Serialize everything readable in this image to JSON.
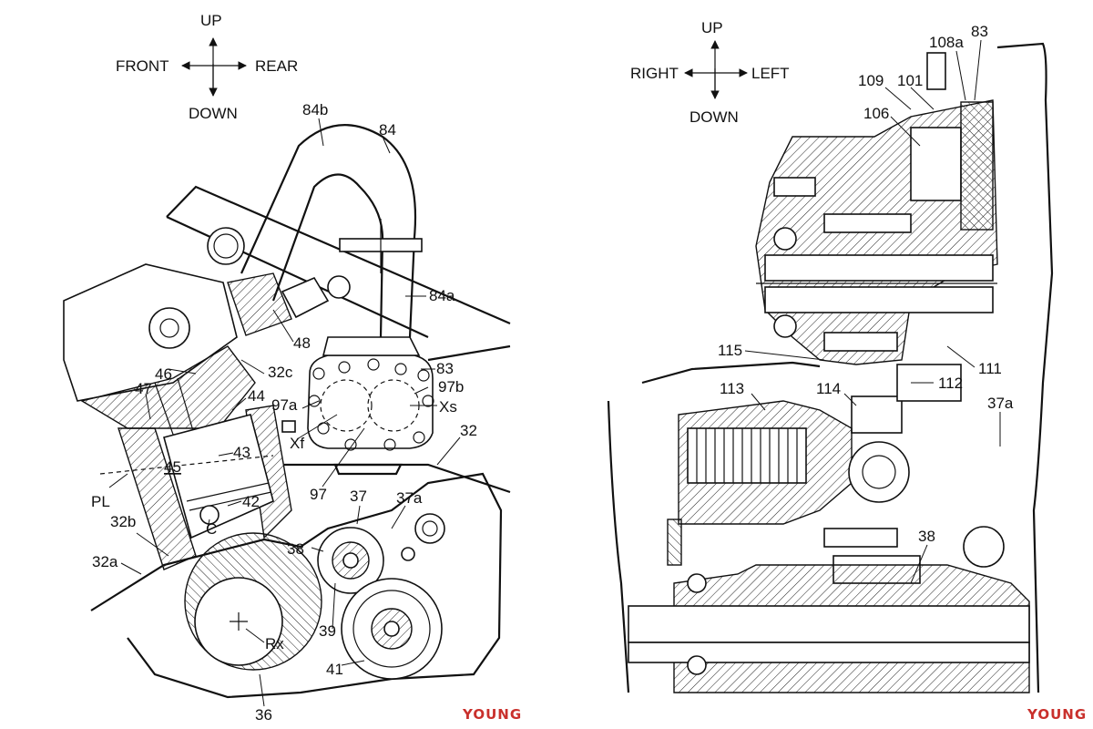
{
  "watermark": {
    "text": "YOUNG",
    "color": "#c9302c"
  },
  "left_view": {
    "orientation": {
      "up": "UP",
      "down": "DOWN",
      "left": "FRONT",
      "right": "REAR"
    },
    "labels": {
      "l84b": "84b",
      "l84": "84",
      "l84a": "84a",
      "l48": "48",
      "l46": "46",
      "l32c": "32c",
      "l47": "47",
      "l44": "44",
      "l83": "83",
      "l97b": "97b",
      "l97a": "97a",
      "lXs": "Xs",
      "lXf": "Xf",
      "l43": "43",
      "l45": "45",
      "l32": "32",
      "lPL": "PL",
      "l42": "42",
      "l97": "97",
      "l37": "37",
      "l37a": "37a",
      "l32b": "32b",
      "lC": "C",
      "l38": "38",
      "l32a": "32a",
      "lRx": "Rx",
      "l39": "39",
      "l41": "41",
      "l36": "36"
    }
  },
  "right_view": {
    "orientation": {
      "up": "UP",
      "down": "DOWN",
      "left": "RIGHT",
      "right": "LEFT"
    },
    "labels": {
      "l83": "83",
      "l108a": "108a",
      "l109": "109",
      "l101": "101",
      "l106": "106",
      "l115": "115",
      "l111": "111",
      "l113": "113",
      "l114": "114",
      "l112": "112",
      "l37a": "37a",
      "l38": "38"
    }
  }
}
